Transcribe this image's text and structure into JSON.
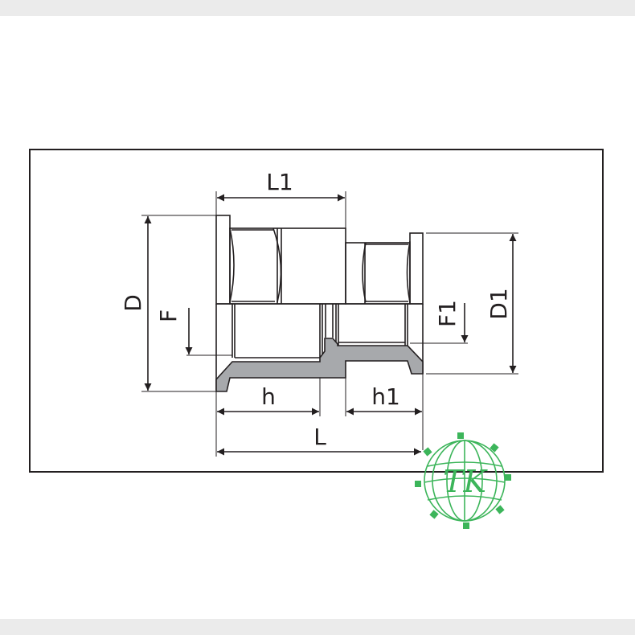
{
  "diagram": {
    "title": "Reducing socket fitting dimension drawing",
    "labels": {
      "L1": "L1",
      "D": "D",
      "F": "F",
      "F1": "F1",
      "D1": "D1",
      "h": "h",
      "h1": "h1",
      "L": "L"
    },
    "logo": {
      "letters": "TK",
      "color": "#3cb55a"
    },
    "colors": {
      "line": "#231f20",
      "section_fill": "#a7a9ac",
      "frame": "#231f20",
      "band": "#ebebeb"
    }
  }
}
